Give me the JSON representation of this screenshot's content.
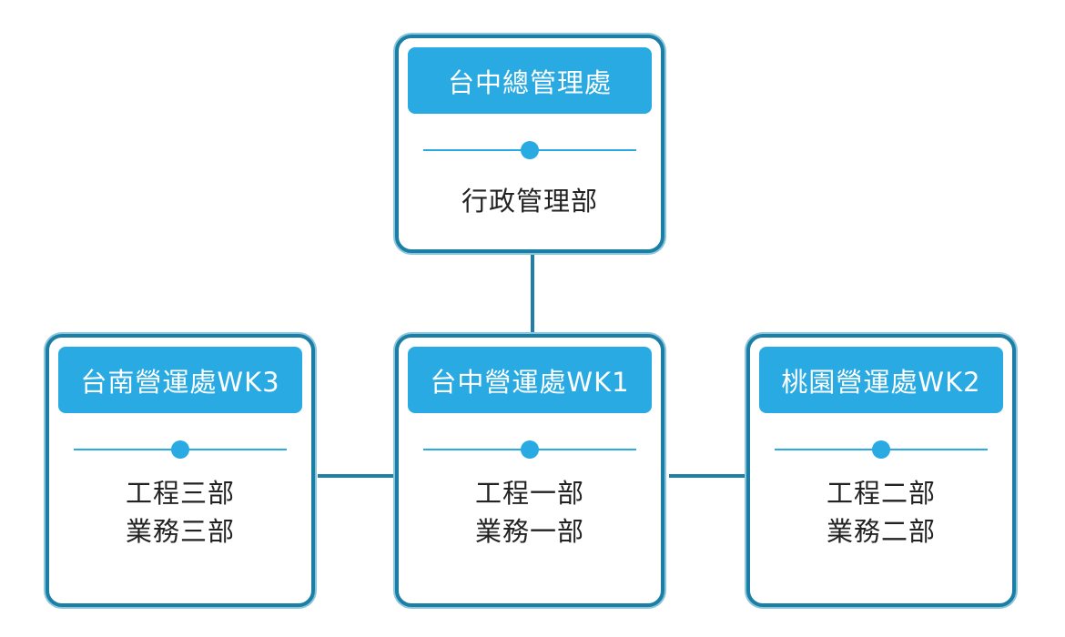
{
  "diagram": {
    "colors": {
      "accent": "#29aae2",
      "border": "#1b7ea5",
      "connector": "#1f7fa6",
      "text": "#222222"
    },
    "top": {
      "title": "台中總管理處",
      "items": [
        "行政管理部"
      ]
    },
    "offices": [
      {
        "title": "台南營運處WK3",
        "items": [
          "工程三部",
          "業務三部"
        ]
      },
      {
        "title": "台中營運處WK1",
        "items": [
          "工程一部",
          "業務一部"
        ]
      },
      {
        "title": "桃園營運處WK2",
        "items": [
          "工程二部",
          "業務二部"
        ]
      }
    ]
  }
}
